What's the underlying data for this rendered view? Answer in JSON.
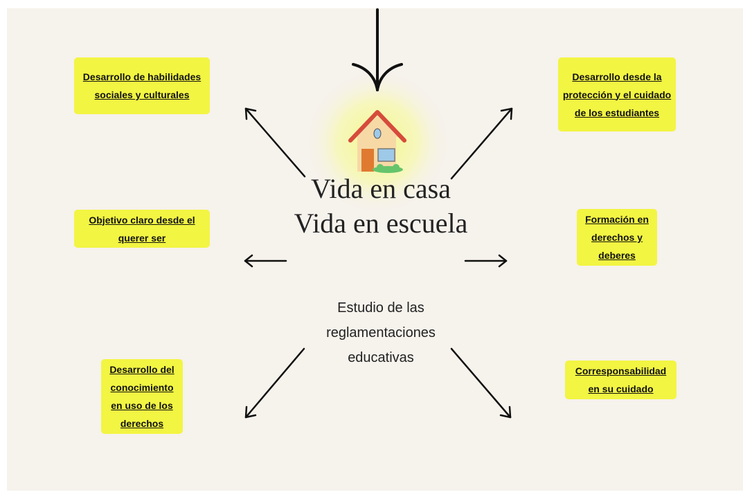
{
  "center": {
    "title_line1": "Vida en casa",
    "title_line2": "Vida en escuela",
    "subtitle_line1": "Estudio de las",
    "subtitle_line2": "reglamentaciones",
    "subtitle_line3": "educativas",
    "icon": "house-icon"
  },
  "nodes": {
    "top_left": "Desarrollo de habilidades sociales y culturales",
    "mid_left": "Objetivo claro desde el querer ser",
    "bottom_left": "Desarrollo del conocimiento en uso de los derechos",
    "top_right": "Desarrollo desde la protección y el cuidado de los estudiantes",
    "mid_right": "Formación en derechos y deberes",
    "bottom_right": "Corresponsabilidad en su cuidado"
  },
  "colors": {
    "node_fill": "#f2f542",
    "background": "#f6f2ec",
    "glow": "#f4f78a",
    "arrow": "#111111"
  }
}
